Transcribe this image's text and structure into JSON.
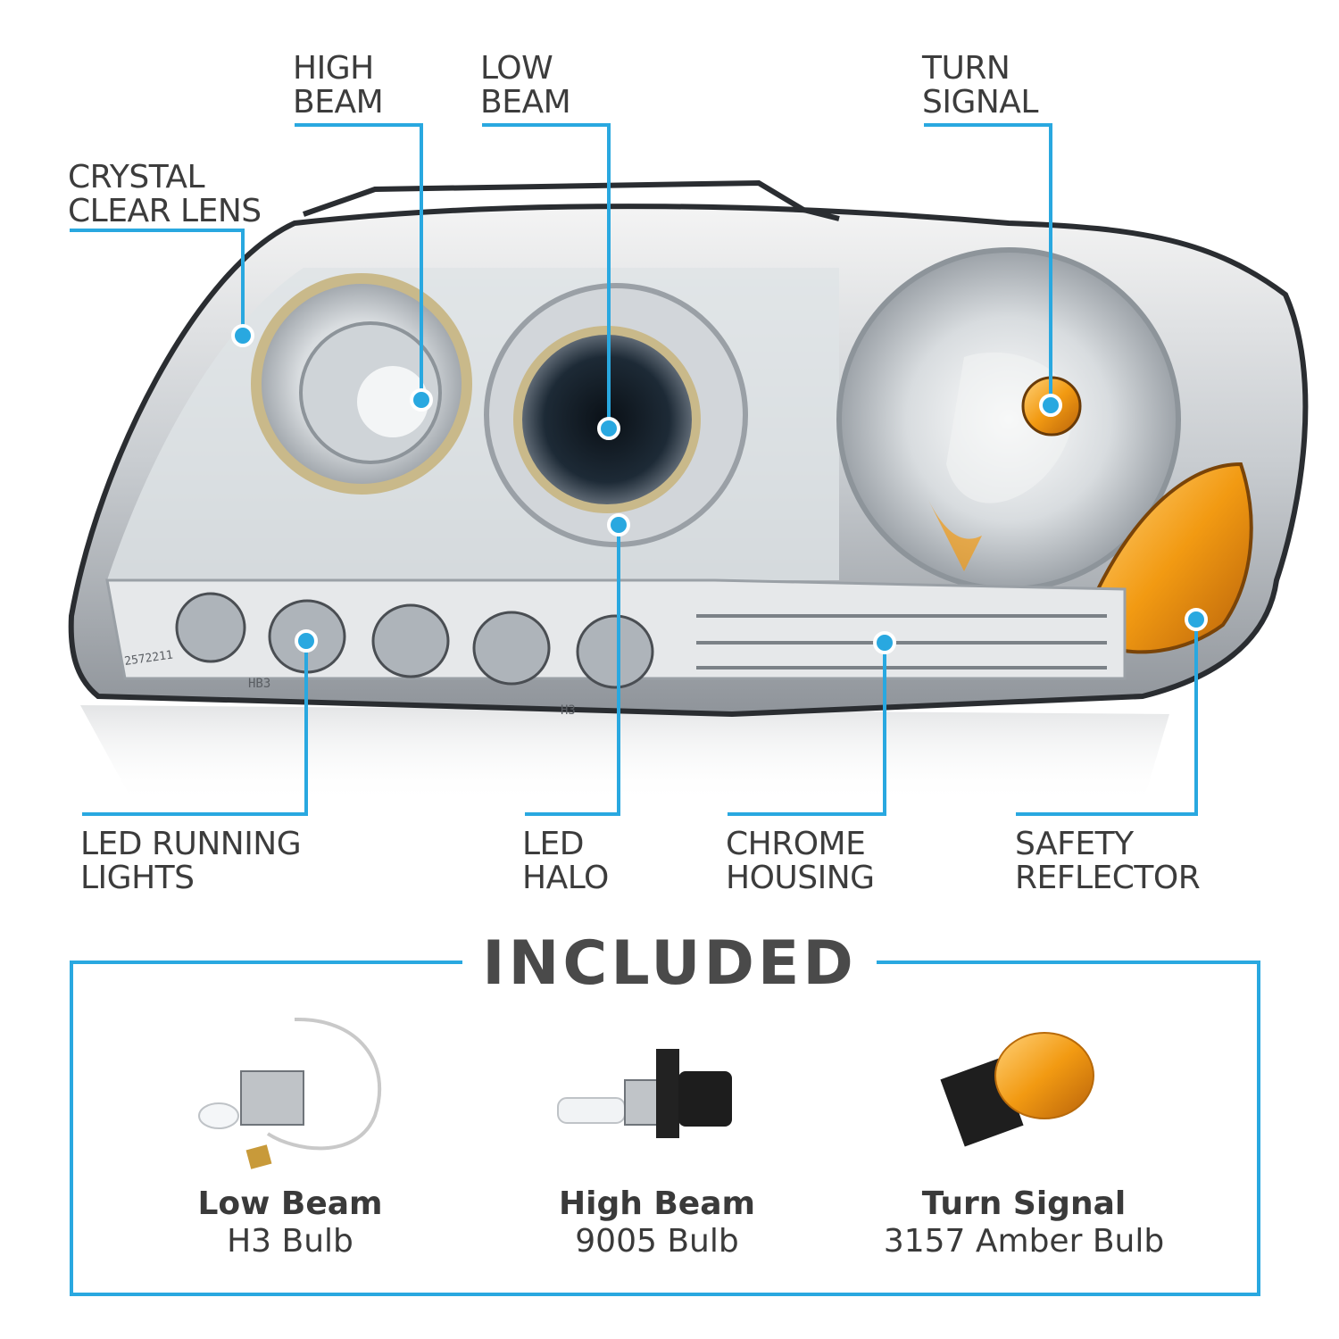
{
  "callouts": {
    "crystal_clear_lens": [
      "CRYSTAL",
      "CLEAR LENS"
    ],
    "high_beam": [
      "HIGH",
      "BEAM"
    ],
    "low_beam": [
      "LOW",
      "BEAM"
    ],
    "turn_signal": [
      "TURN",
      "SIGNAL"
    ],
    "led_running_lights": [
      "LED RUNNING",
      "LIGHTS"
    ],
    "led_halo": [
      "LED",
      "HALO"
    ],
    "chrome_housing": [
      "CHROME",
      "HOUSING"
    ],
    "safety_reflector": [
      "SAFETY",
      "REFLECTOR"
    ]
  },
  "lens_markings": [
    "2572211",
    "HB3",
    "H3"
  ],
  "included": {
    "title": "INCLUDED",
    "bulbs": [
      {
        "name": "Low Beam",
        "type": "H3 Bulb",
        "icon": "h3-bulb-icon"
      },
      {
        "name": "High Beam",
        "type": "9005 Bulb",
        "icon": "9005-bulb-icon"
      },
      {
        "name": "Turn Signal",
        "type": "3157 Amber Bulb",
        "icon": "3157-amber-bulb-icon"
      }
    ]
  },
  "colors": {
    "accent": "#29a8e0",
    "amber": "#f29a12",
    "text": "#3c3c3c"
  }
}
